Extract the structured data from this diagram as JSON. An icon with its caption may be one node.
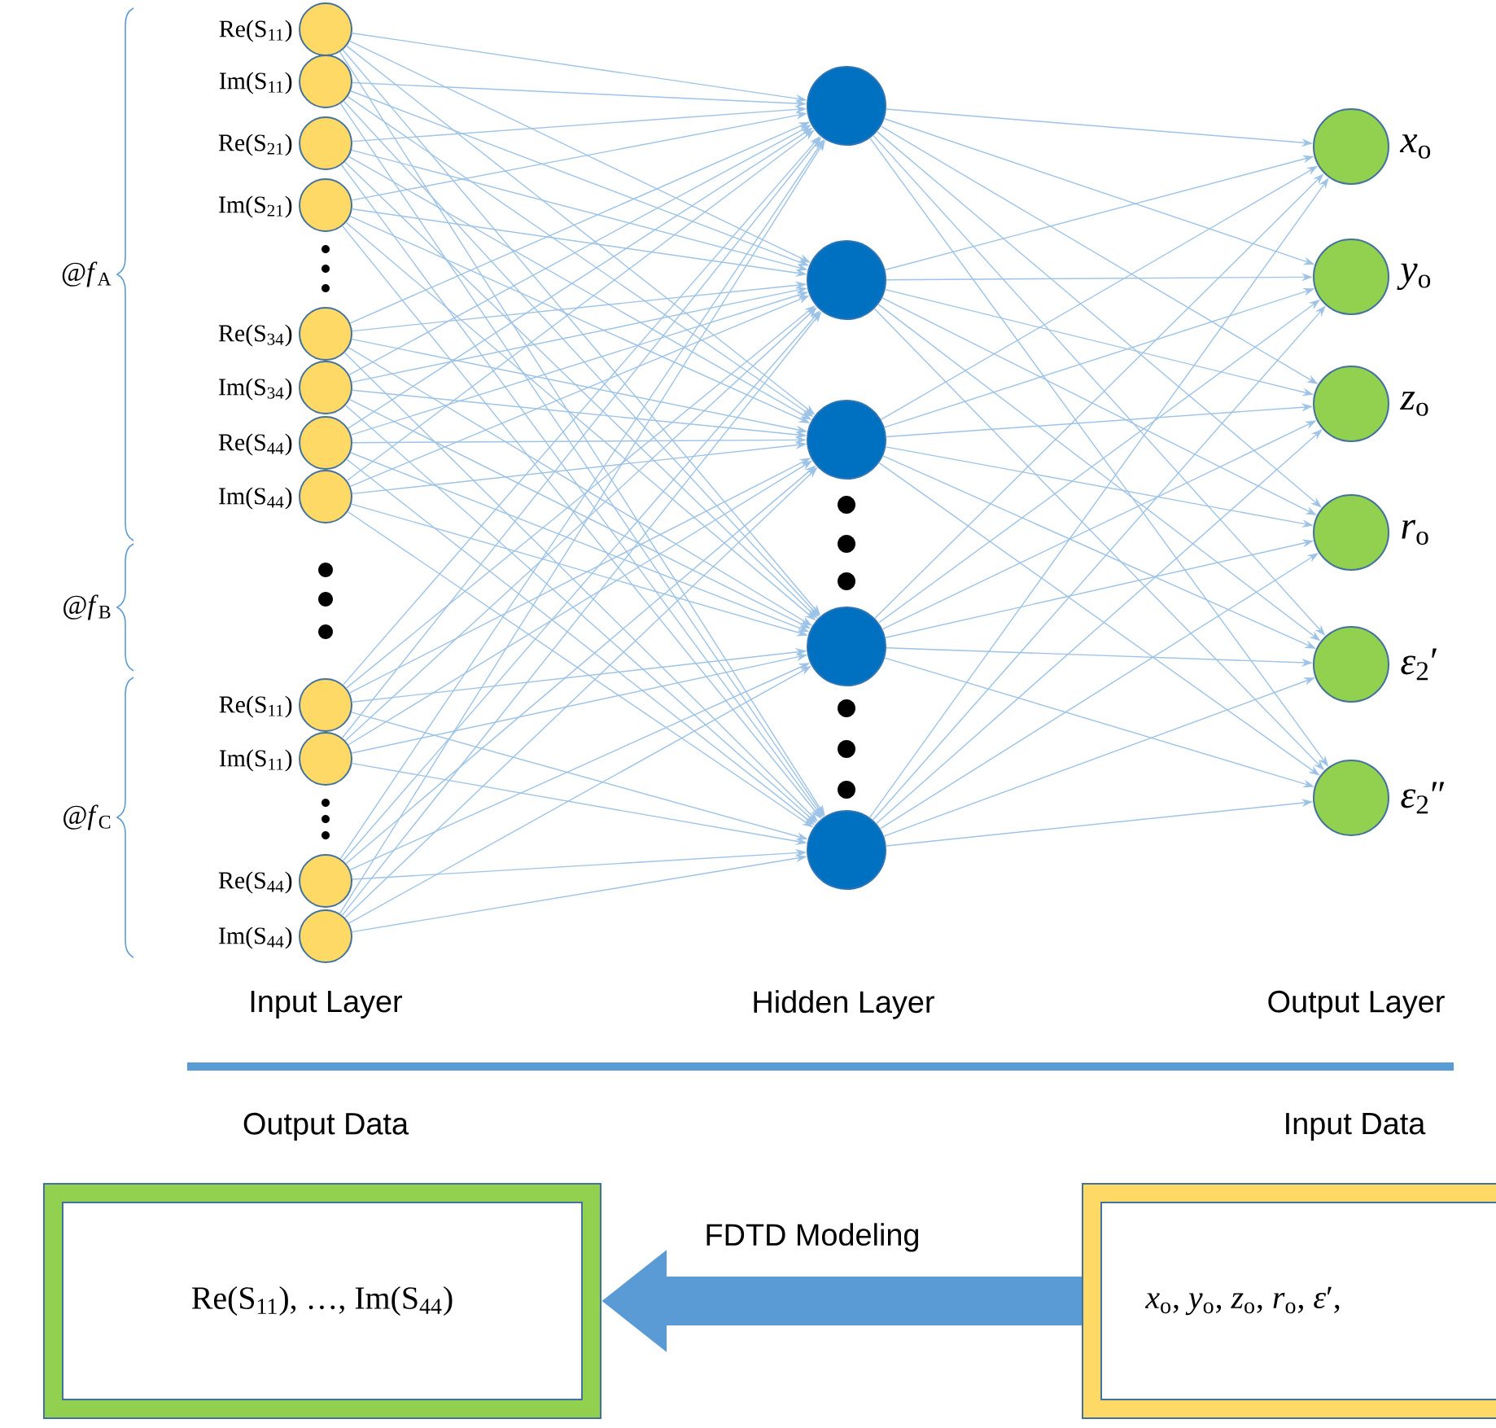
{
  "diagram": {
    "nodes": [
      {
        "text": [],
        "shape": "circle",
        "beside": [
          "Re(S$_{11}$)"
        ]
      },
      {
        "text": [],
        "shape": "circle",
        "beside": [
          "Im(S$_{11}$)"
        ]
      },
      {
        "text": [],
        "shape": "circle",
        "beside": [
          "Re(S$_{21}$)"
        ]
      },
      {
        "text": [],
        "shape": "circle",
        "beside": [
          "Im(S$_{21}$)"
        ]
      },
      {
        "text": [],
        "shape": "circle",
        "beside": [
          "Re(S$_{34}$)"
        ]
      },
      {
        "text": [],
        "shape": "circle",
        "beside": [
          "Im(S$_{34}$)"
        ]
      },
      {
        "text": [],
        "shape": "circle",
        "beside": [
          "Re(S$_{44}$)"
        ]
      },
      {
        "text": [],
        "shape": "circle",
        "beside": [
          "Im(S$_{44}$)"
        ]
      },
      {
        "text": [],
        "shape": "circle",
        "beside": [
          "Re(S$_{11}$)"
        ]
      },
      {
        "text": [],
        "shape": "circle",
        "beside": [
          "Im(S$_{11}$)"
        ]
      },
      {
        "text": [],
        "shape": "circle",
        "beside": [
          "Re(S$_{44}$)"
        ]
      },
      {
        "text": [],
        "shape": "circle",
        "beside": [
          "Im(S$_{44}$)"
        ]
      },
      {
        "text": [],
        "shape": "circle"
      },
      {
        "text": [],
        "shape": "circle"
      },
      {
        "text": [],
        "shape": "circle"
      },
      {
        "text": [],
        "shape": "circle"
      },
      {
        "text": [],
        "shape": "circle"
      },
      {
        "text": [],
        "shape": "circle",
        "beside": [
          "*x*$_{o}$"
        ]
      },
      {
        "text": [],
        "shape": "circle",
        "beside": [
          "*y*$_{o}$"
        ]
      },
      {
        "text": [],
        "shape": "circle",
        "beside": [
          "*z*$_{o}$"
        ]
      },
      {
        "text": [],
        "shape": "circle",
        "beside": [
          "*r*$_{o}$"
        ]
      },
      {
        "text": [],
        "shape": "circle",
        "beside": [
          "*ε*$_{2}$′"
        ]
      },
      {
        "text": [],
        "shape": "circle",
        "beside": [
          "*ε*$_{2}$″"
        ]
      },
      {
        "text": [
          "Output Data",
          "Re(S$_{11}$), …, Im(S$_{44}$)"
        ]
      },
      {
        "text": [
          "Input Data",
          "*x*$_{o}$, *y*$_{o}$, *z*$_{o}$, *r*$_{o}$, *ε*′,"
        ]
      }
    ],
    "edges": [
      {
        "from": 0,
        "to": 12,
        "arrow": "to"
      },
      {
        "from": 0,
        "to": 13,
        "arrow": "to"
      },
      {
        "from": 0,
        "to": 14,
        "arrow": "to"
      },
      {
        "from": 0,
        "to": 15,
        "arrow": "to"
      },
      {
        "from": 0,
        "to": 16,
        "arrow": "to"
      },
      {
        "from": 1,
        "to": 12,
        "arrow": "to"
      },
      {
        "from": 1,
        "to": 13,
        "arrow": "to"
      },
      {
        "from": 1,
        "to": 14,
        "arrow": "to"
      },
      {
        "from": 1,
        "to": 15,
        "arrow": "to"
      },
      {
        "from": 1,
        "to": 16,
        "arrow": "to"
      },
      {
        "from": 2,
        "to": 12,
        "arrow": "to"
      },
      {
        "from": 2,
        "to": 13,
        "arrow": "to"
      },
      {
        "from": 2,
        "to": 14,
        "arrow": "to"
      },
      {
        "from": 2,
        "to": 15,
        "arrow": "to"
      },
      {
        "from": 2,
        "to": 16,
        "arrow": "to"
      },
      {
        "from": 3,
        "to": 12,
        "arrow": "to"
      },
      {
        "from": 3,
        "to": 13,
        "arrow": "to"
      },
      {
        "from": 3,
        "to": 14,
        "arrow": "to"
      },
      {
        "from": 3,
        "to": 15,
        "arrow": "to"
      },
      {
        "from": 3,
        "to": 16,
        "arrow": "to"
      },
      {
        "from": 4,
        "to": 12,
        "arrow": "to"
      },
      {
        "from": 4,
        "to": 13,
        "arrow": "to"
      },
      {
        "from": 4,
        "to": 14,
        "arrow": "to"
      },
      {
        "from": 4,
        "to": 15,
        "arrow": "to"
      },
      {
        "from": 4,
        "to": 16,
        "arrow": "to"
      },
      {
        "from": 5,
        "to": 12,
        "arrow": "to"
      },
      {
        "from": 5,
        "to": 13,
        "arrow": "to"
      },
      {
        "from": 5,
        "to": 14,
        "arrow": "to"
      },
      {
        "from": 5,
        "to": 15,
        "arrow": "to"
      },
      {
        "from": 5,
        "to": 16,
        "arrow": "to"
      },
      {
        "from": 6,
        "to": 12,
        "arrow": "to"
      },
      {
        "from": 6,
        "to": 13,
        "arrow": "to"
      },
      {
        "from": 6,
        "to": 14,
        "arrow": "to"
      },
      {
        "from": 6,
        "to": 15,
        "arrow": "to"
      },
      {
        "from": 6,
        "to": 16,
        "arrow": "to"
      },
      {
        "from": 7,
        "to": 12,
        "arrow": "to"
      },
      {
        "from": 7,
        "to": 13,
        "arrow": "to"
      },
      {
        "from": 7,
        "to": 14,
        "arrow": "to"
      },
      {
        "from": 7,
        "to": 15,
        "arrow": "to"
      },
      {
        "from": 7,
        "to": 16,
        "arrow": "to"
      },
      {
        "from": 8,
        "to": 12,
        "arrow": "to"
      },
      {
        "from": 8,
        "to": 13,
        "arrow": "to"
      },
      {
        "from": 8,
        "to": 14,
        "arrow": "to"
      },
      {
        "from": 8,
        "to": 15,
        "arrow": "to"
      },
      {
        "from": 8,
        "to": 16,
        "arrow": "to"
      },
      {
        "from": 9,
        "to": 12,
        "arrow": "to"
      },
      {
        "from": 9,
        "to": 13,
        "arrow": "to"
      },
      {
        "from": 9,
        "to": 14,
        "arrow": "to"
      },
      {
        "from": 9,
        "to": 15,
        "arrow": "to"
      },
      {
        "from": 9,
        "to": 16,
        "arrow": "to"
      },
      {
        "from": 10,
        "to": 12,
        "arrow": "to"
      },
      {
        "from": 10,
        "to": 13,
        "arrow": "to"
      },
      {
        "from": 10,
        "to": 14,
        "arrow": "to"
      },
      {
        "from": 10,
        "to": 15,
        "arrow": "to"
      },
      {
        "from": 10,
        "to": 16,
        "arrow": "to"
      },
      {
        "from": 11,
        "to": 12,
        "arrow": "to"
      },
      {
        "from": 11,
        "to": 13,
        "arrow": "to"
      },
      {
        "from": 11,
        "to": 14,
        "arrow": "to"
      },
      {
        "from": 11,
        "to": 15,
        "arrow": "to"
      },
      {
        "from": 11,
        "to": 16,
        "arrow": "to"
      },
      {
        "from": 12,
        "to": 17,
        "arrow": "to"
      },
      {
        "from": 12,
        "to": 18,
        "arrow": "to"
      },
      {
        "from": 12,
        "to": 19,
        "arrow": "to"
      },
      {
        "from": 12,
        "to": 20,
        "arrow": "to"
      },
      {
        "from": 12,
        "to": 21,
        "arrow": "to"
      },
      {
        "from": 12,
        "to": 22,
        "arrow": "to"
      },
      {
        "from": 13,
        "to": 17,
        "arrow": "to"
      },
      {
        "from": 13,
        "to": 18,
        "arrow": "to"
      },
      {
        "from": 13,
        "to": 19,
        "arrow": "to"
      },
      {
        "from": 13,
        "to": 20,
        "arrow": "to"
      },
      {
        "from": 13,
        "to": 21,
        "arrow": "to"
      },
      {
        "from": 13,
        "to": 22,
        "arrow": "to"
      },
      {
        "from": 14,
        "to": 17,
        "arrow": "to"
      },
      {
        "from": 14,
        "to": 18,
        "arrow": "to"
      },
      {
        "from": 14,
        "to": 19,
        "arrow": "to"
      },
      {
        "from": 14,
        "to": 20,
        "arrow": "to"
      },
      {
        "from": 14,
        "to": 21,
        "arrow": "to"
      },
      {
        "from": 14,
        "to": 22,
        "arrow": "to"
      },
      {
        "from": 15,
        "to": 17,
        "arrow": "to"
      },
      {
        "from": 15,
        "to": 18,
        "arrow": "to"
      },
      {
        "from": 15,
        "to": 19,
        "arrow": "to"
      },
      {
        "from": 15,
        "to": 20,
        "arrow": "to"
      },
      {
        "from": 15,
        "to": 21,
        "arrow": "to"
      },
      {
        "from": 15,
        "to": 22,
        "arrow": "to"
      },
      {
        "from": 16,
        "to": 17,
        "arrow": "to"
      },
      {
        "from": 16,
        "to": 18,
        "arrow": "to"
      },
      {
        "from": 16,
        "to": 19,
        "arrow": "to"
      },
      {
        "from": 16,
        "to": 20,
        "arrow": "to"
      },
      {
        "from": 16,
        "to": 21,
        "arrow": "to"
      },
      {
        "from": 16,
        "to": 22,
        "arrow": "to"
      },
      {
        "from": 24,
        "to": 23,
        "arrow": "to",
        "label": "FDTD Modeling",
        "style": "thick",
        "color": "#5b9bd5"
      }
    ],
    "labels": [
      "@*f*$_{A}$",
      "@*f*$_{B}$",
      "@*f*$_{C}$",
      "Input Layer",
      "Hidden Layer",
      "Output Layer"
    ]
  }
}
